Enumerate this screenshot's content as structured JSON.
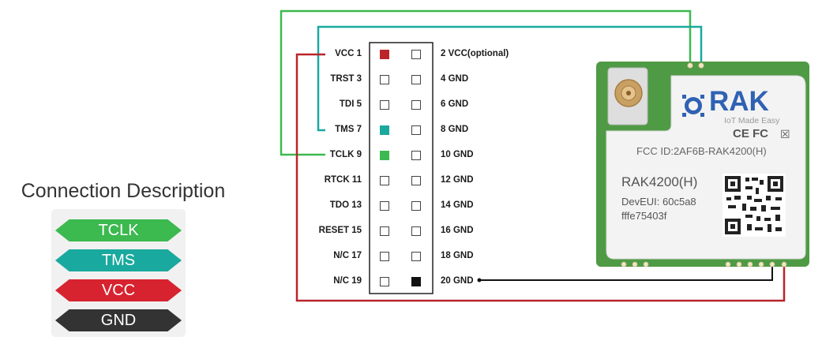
{
  "legend": {
    "title": "Connection Description",
    "items": [
      {
        "label": "TCLK",
        "color": "#3cb94f"
      },
      {
        "label": "TMS",
        "color": "#1aa99e"
      },
      {
        "label": "VCC",
        "color": "#d7232f"
      },
      {
        "label": "GND",
        "color": "#333333"
      }
    ]
  },
  "jtag_header": {
    "left_pins": [
      "VCC 1",
      "TRST 3",
      "TDI 5",
      "TMS 7",
      "TCLK 9",
      "RTCK 11",
      "TDO 13",
      "RESET 15",
      "N/C 17",
      "N/C 19"
    ],
    "right_pins": [
      "2 VCC(optional)",
      "4 GND",
      "6 GND",
      "8 GND",
      "10 GND",
      "12 GND",
      "14 GND",
      "16 GND",
      "18  GND",
      "20  GND"
    ],
    "left_pin_colors": [
      "#b9252b",
      null,
      null,
      "#1aa99e",
      "#3cb94f",
      null,
      null,
      null,
      null,
      null
    ],
    "right_pin_colors": [
      null,
      null,
      null,
      null,
      null,
      null,
      null,
      null,
      null,
      "#111111"
    ]
  },
  "module": {
    "brand": "RAK",
    "tagline": "IoT Made Easy",
    "cert_marks": "CE FC",
    "fcc_id": "FCC ID:2AF6B-RAK4200(H)",
    "model": "RAK4200(H)",
    "dev_eui_line1": "DevEUI: 60c5a8",
    "dev_eui_line2": "fffe75403f"
  },
  "wire_colors": {
    "tclk": "#3cb94f",
    "tms": "#1aa99e",
    "vcc": "#b9252b",
    "gnd": "#111111"
  }
}
